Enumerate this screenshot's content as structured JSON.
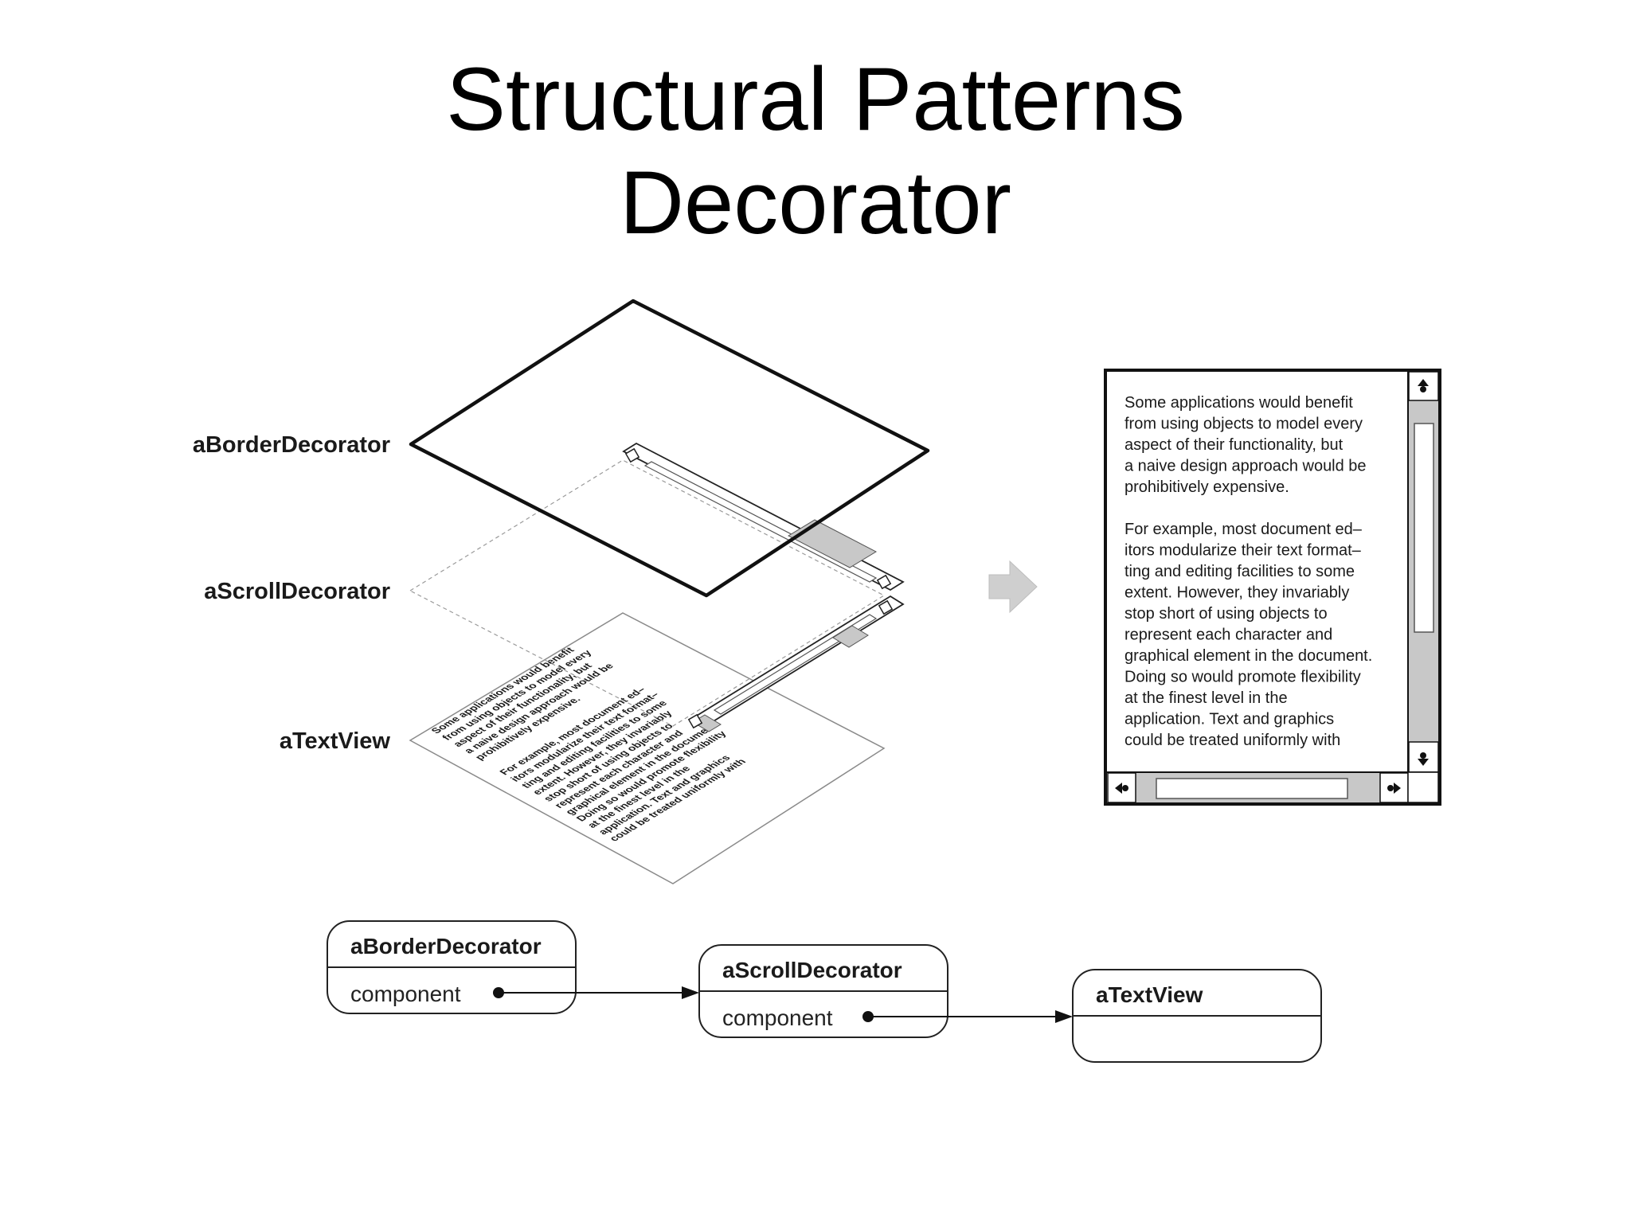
{
  "title": {
    "line1": "Structural Patterns",
    "line2": "Decorator"
  },
  "layers": {
    "border": "aBorderDecorator",
    "scroll": "aScrollDecorator",
    "text": "aTextView"
  },
  "paragraph1": [
    "Some applications would benefit",
    "from using objects to model every",
    "aspect of their functionality, but",
    "a naive design approach would be",
    "prohibitively expensive."
  ],
  "paragraph2": [
    "For example, most document ed–",
    "itors modularize their text format–",
    "ting and editing facilities to some",
    "extent. However, they invariably",
    "stop short of using objects to",
    "represent each character and",
    "graphical element in the document.",
    "Doing so would promote flexibility",
    "at the finest level in the",
    "application. Text and graphics",
    "could be treated uniformly with"
  ],
  "objects": [
    {
      "name": "aBorderDecorator",
      "field": "component"
    },
    {
      "name": "aScrollDecorator",
      "field": "component"
    },
    {
      "name": "aTextView",
      "field": ""
    }
  ],
  "colors": {
    "ink": "#111111",
    "scrollbar_gray": "#c8c8c8",
    "arrow_gray": "#cfcfcf"
  }
}
